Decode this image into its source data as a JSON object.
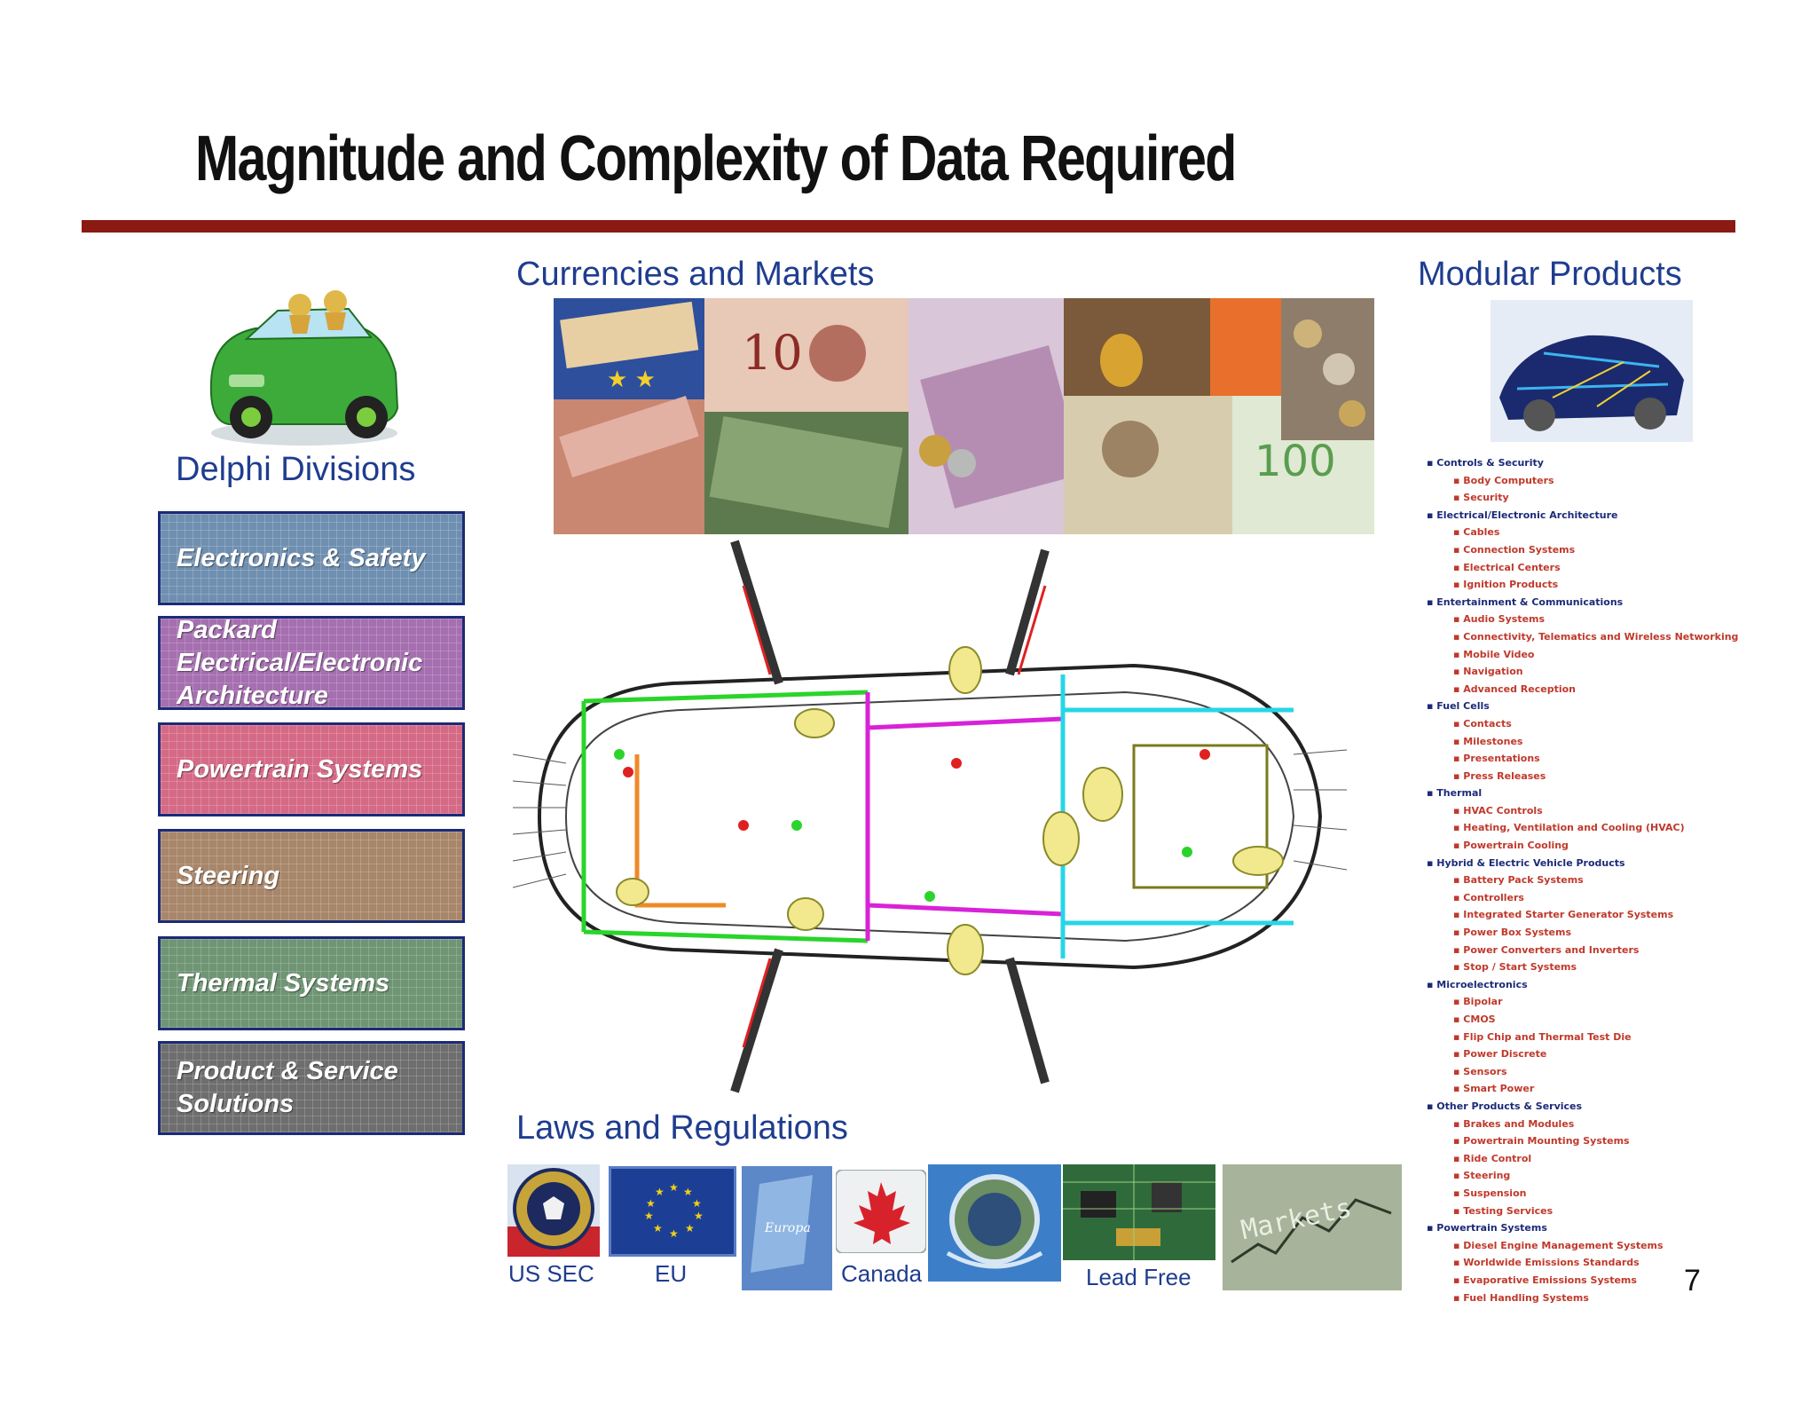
{
  "title": "Magnitude and Complexity of Data Required",
  "colors": {
    "title_rule": "#8b1a12",
    "heading": "#1f3d8f",
    "box_border": "#1c2a78"
  },
  "left": {
    "heading": "Delphi Divisions",
    "car_icon": "green-car-figure",
    "divisions": [
      {
        "label_lines": [
          "Electronics & Safety"
        ],
        "color": "#6f8fb0"
      },
      {
        "label_lines": [
          "Packard",
          "Electrical/Electronic",
          "Architecture"
        ],
        "color": "#a56fb0"
      },
      {
        "label_lines": [
          "Powertrain Systems"
        ],
        "color": "#d56a86"
      },
      {
        "label_lines": [
          "Steering"
        ],
        "color": "#a8866a"
      },
      {
        "label_lines": [
          "Thermal Systems"
        ],
        "color": "#6f9574"
      },
      {
        "label_lines": [
          "Product & Service",
          "Solutions"
        ],
        "color": "#6e6e6e"
      }
    ]
  },
  "middle": {
    "currencies_heading": "Currencies and Markets",
    "laws_heading": "Laws and Regulations",
    "regulators": [
      {
        "label": "US SEC",
        "icon": "sec-seal-icon"
      },
      {
        "label": "EU",
        "icon": "eu-flag-icon"
      },
      {
        "label": "",
        "icon": "europa-icon"
      },
      {
        "label": "Canada",
        "icon": "maple-leaf-icon"
      },
      {
        "label": "",
        "icon": "un-emblem-icon"
      },
      {
        "label": "Lead Free",
        "icon": "circuit-board-icon"
      },
      {
        "label": "",
        "icon": "markets-ticker-icon"
      }
    ],
    "schematic_icon": "vehicle-wiring-schematic"
  },
  "right": {
    "heading": "Modular Products",
    "products": [
      {
        "name": "Controls & Security",
        "items": [
          "Body Computers",
          "Security"
        ]
      },
      {
        "name": "Electrical/Electronic Architecture",
        "items": [
          "Cables",
          "Connection Systems",
          "Electrical Centers",
          "Ignition Products"
        ]
      },
      {
        "name": "Entertainment & Communications",
        "items": [
          "Audio Systems",
          "Connectivity, Telematics and Wireless Networking",
          "Mobile Video",
          "Navigation",
          "Advanced Reception"
        ]
      },
      {
        "name": "Fuel Cells",
        "items": [
          "Contacts",
          "Milestones",
          "Presentations",
          "Press Releases"
        ]
      },
      {
        "name": "Thermal",
        "items": [
          "HVAC Controls",
          "Heating, Ventilation and Cooling (HVAC)",
          "Powertrain Cooling"
        ]
      },
      {
        "name": "Hybrid & Electric Vehicle Products",
        "items": [
          "Battery Pack Systems",
          "Controllers",
          "Integrated Starter Generator Systems",
          "Power Box Systems",
          "Power Converters and Inverters",
          "Stop / Start Systems"
        ]
      },
      {
        "name": "Microelectronics",
        "items": [
          "Bipolar",
          "CMOS",
          "Flip Chip and Thermal Test Die",
          "Power Discrete",
          "Sensors",
          "Smart Power"
        ]
      },
      {
        "name": "Other Products & Services",
        "items": [
          "Brakes and Modules",
          "Powertrain Mounting Systems",
          "Ride Control",
          "Steering",
          "Suspension",
          "Testing Services"
        ]
      },
      {
        "name": "Powertrain Systems",
        "items": [
          "Diesel Engine Management Systems",
          "Worldwide Emissions Standards",
          "Evaporative Emissions Systems",
          "Fuel Handling Systems"
        ]
      }
    ]
  },
  "page_number": "7"
}
